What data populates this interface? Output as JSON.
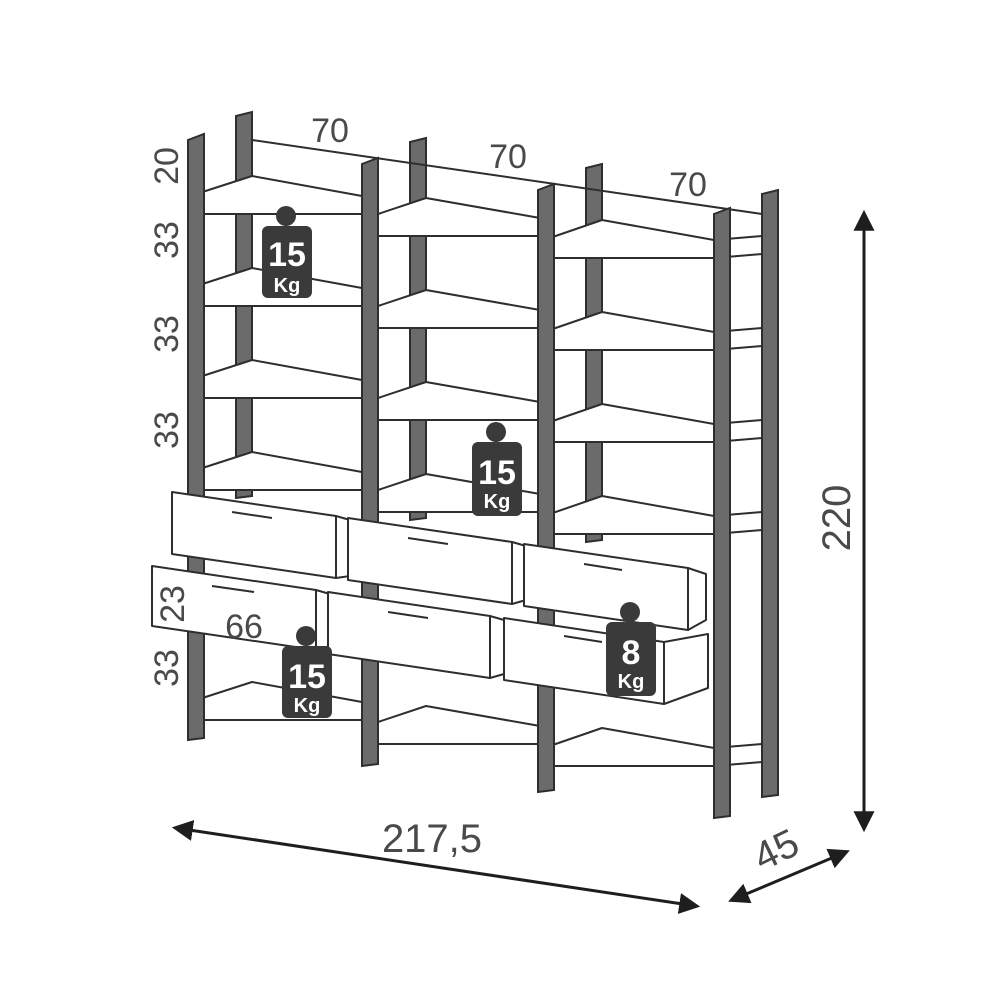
{
  "dimensions": {
    "module_width_1": "70",
    "module_width_2": "70",
    "module_width_3": "70",
    "top_gap": "20",
    "shelf_gap_1": "33",
    "shelf_gap_2": "33",
    "shelf_gap_3": "33",
    "drawer_height": "23",
    "bottom_gap": "33",
    "drawer_width": "66",
    "total_width": "217,5",
    "depth": "45",
    "height": "220"
  },
  "load_tags": [
    {
      "value": "15",
      "unit": "Kg"
    },
    {
      "value": "15",
      "unit": "Kg"
    },
    {
      "value": "15",
      "unit": "Kg"
    },
    {
      "value": "8",
      "unit": "Kg"
    }
  ],
  "colors": {
    "line": "#2e2e2e",
    "dimension_text": "#4a4a4a",
    "tag_fill": "#3a3a3a",
    "post_fill": "#6b6b6b"
  }
}
